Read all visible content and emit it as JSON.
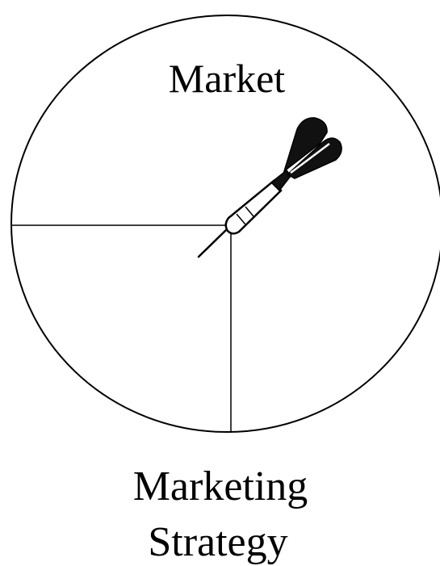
{
  "diagram": {
    "market_label": "Market",
    "caption_line1": "Marketing",
    "caption_line2": "Strategy"
  },
  "colors": {
    "stroke": "#000000",
    "background": "#ffffff",
    "dart": "#111111"
  },
  "icons": {
    "dart": "dart-icon"
  }
}
